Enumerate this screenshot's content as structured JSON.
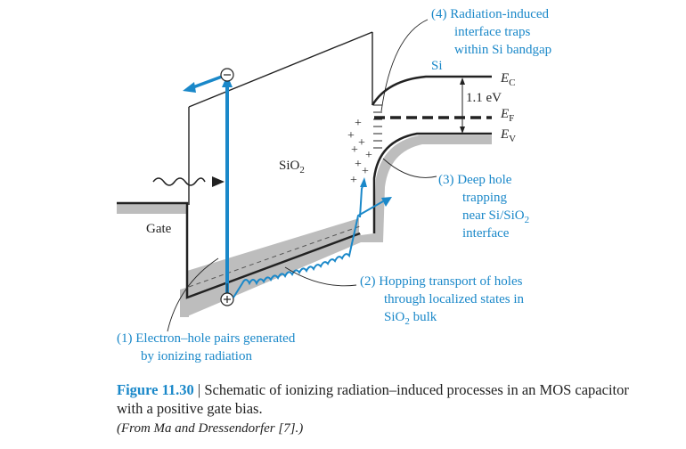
{
  "labels": {
    "gate": "Gate",
    "sio2_main": "SiO",
    "sio2_sub": "2",
    "si": "Si",
    "ec_main": "E",
    "ec_sub": "C",
    "ef_main": "E",
    "ef_sub": "F",
    "ev_main": "E",
    "ev_sub": "V",
    "gap": "1.1 eV",
    "minus": "−",
    "plus": "+"
  },
  "annotations": {
    "a1_line1": "(1) Electron–hole pairs generated",
    "a1_line2": "by ionizing radiation",
    "a2_line1": "(2) Hopping transport of holes",
    "a2_line2": "through localized states in",
    "a2_line3_main": "SiO",
    "a2_line3_sub": "2",
    "a2_line3_tail": " bulk",
    "a3_line1": "(3) Deep hole",
    "a3_line2": "trapping",
    "a3_line3_main": "near Si/SiO",
    "a3_line3_sub": "2",
    "a3_line4": "interface",
    "a4_line1": "(4) Radiation-induced",
    "a4_line2": "interface traps",
    "a4_line3": "within Si bandgap"
  },
  "caption": {
    "figure": "Figure 11.30",
    "separator": " | ",
    "text": "Schematic of ionizing radiation–induced processes in an MOS capacitor with a positive gate bias.",
    "source": "(From Ma and Dressendorfer [7].)"
  },
  "colors": {
    "accent": "#1a88c9",
    "gray": "#bdbdbd",
    "ink": "#222222"
  }
}
